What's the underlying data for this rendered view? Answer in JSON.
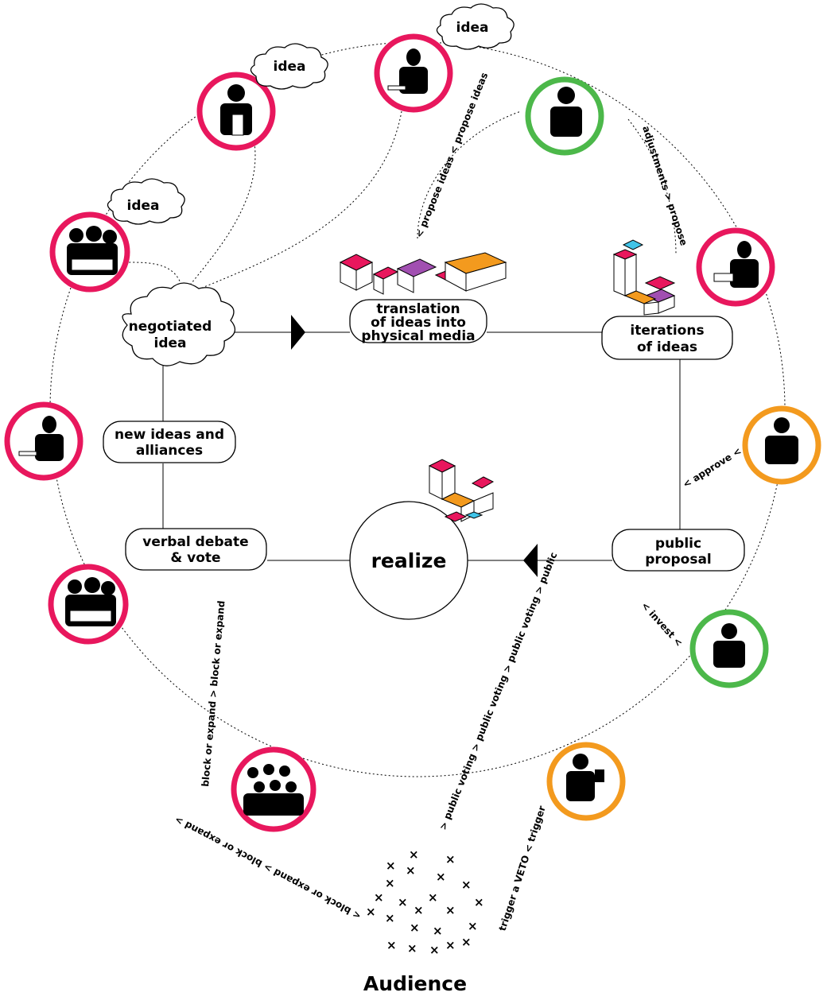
{
  "colors": {
    "pink": "#e8175d",
    "green": "#4cb84a",
    "orange": "#f39a1e",
    "purple": "#a14fb1",
    "cyan": "#40c4e8"
  },
  "nodes": {
    "negotiated": [
      "negotiated",
      "idea"
    ],
    "translation": [
      "translation",
      "of ideas into",
      "physical media"
    ],
    "iterations": [
      "iterations",
      "of ideas"
    ],
    "new_ideas": [
      "new ideas and",
      "alliances"
    ],
    "verbal": [
      "verbal debate",
      "& vote"
    ],
    "realize": "realize",
    "public_proposal": [
      "public",
      "proposal"
    ]
  },
  "idea_bubble": "idea",
  "edge_labels": {
    "propose_ideas": "< propose ideas < propose ideas",
    "adjustments": "adjustments > propose",
    "approve": "< approve <",
    "invest": "< invest <",
    "public_voting": "> public voting > public voting > public voting > public",
    "block_left": "block or expand > block or expand",
    "block_bottom": "< block or expand > block or expand >",
    "trigger": "trigger a VETO < trigger"
  },
  "actors": [
    {
      "name": "idea-giver-helmet",
      "ring_color": "pink"
    },
    {
      "name": "idea-giver-desk",
      "ring_color": "pink"
    },
    {
      "name": "idea-giver-group",
      "ring_color": "pink"
    },
    {
      "name": "architect",
      "ring_color": "green"
    },
    {
      "name": "planner",
      "ring_color": "pink"
    },
    {
      "name": "mayor",
      "ring_color": "orange"
    },
    {
      "name": "investor",
      "ring_color": "green"
    },
    {
      "name": "judge",
      "ring_color": "orange"
    },
    {
      "name": "crowd",
      "ring_color": "pink"
    },
    {
      "name": "group-bottom",
      "ring_color": "pink"
    },
    {
      "name": "worker-left",
      "ring_color": "pink"
    }
  ],
  "audience_label": "Audience"
}
